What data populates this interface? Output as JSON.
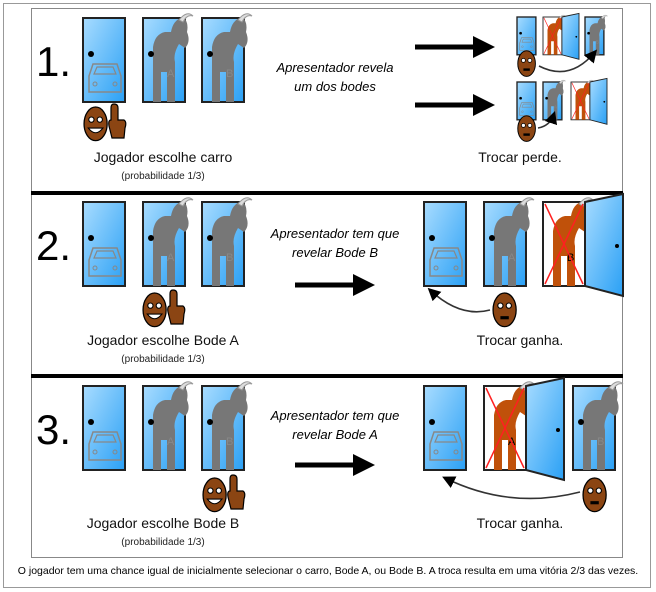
{
  "rows": [
    {
      "number": "1.",
      "player_label": "Jogador escolhe carro",
      "probability": "(probabilidade 1/3)",
      "host_text": [
        "Apresentador revela",
        "um dos bodes"
      ],
      "result": "Trocar perde."
    },
    {
      "number": "2.",
      "player_label": "Jogador escolhe Bode A",
      "probability": "(probabilidade 1/3)",
      "host_text": [
        "Apresentador tem que",
        "revelar Bode B"
      ],
      "result": "Trocar ganha."
    },
    {
      "number": "3.",
      "player_label": "Jogador escolhe Bode B",
      "probability": "(probabilidade 1/3)",
      "host_text": [
        "Apresentador tem que",
        "revelar Bode A"
      ],
      "result": "Trocar ganha."
    }
  ],
  "goat_labels": {
    "a": "A",
    "b": "B"
  },
  "caption": "O jogador tem uma chance igual de inicialmente selecionar o carro, Bode A, ou Bode B. A troca resulta em uma vitória 2/3 das vezes.",
  "colors": {
    "door_light": "#a8dcff",
    "door_dark": "#2aa0f5",
    "goat": "#777777",
    "goat_revealed": "#c0510a",
    "cross": "#ff2020",
    "skin": "#8b4513"
  }
}
